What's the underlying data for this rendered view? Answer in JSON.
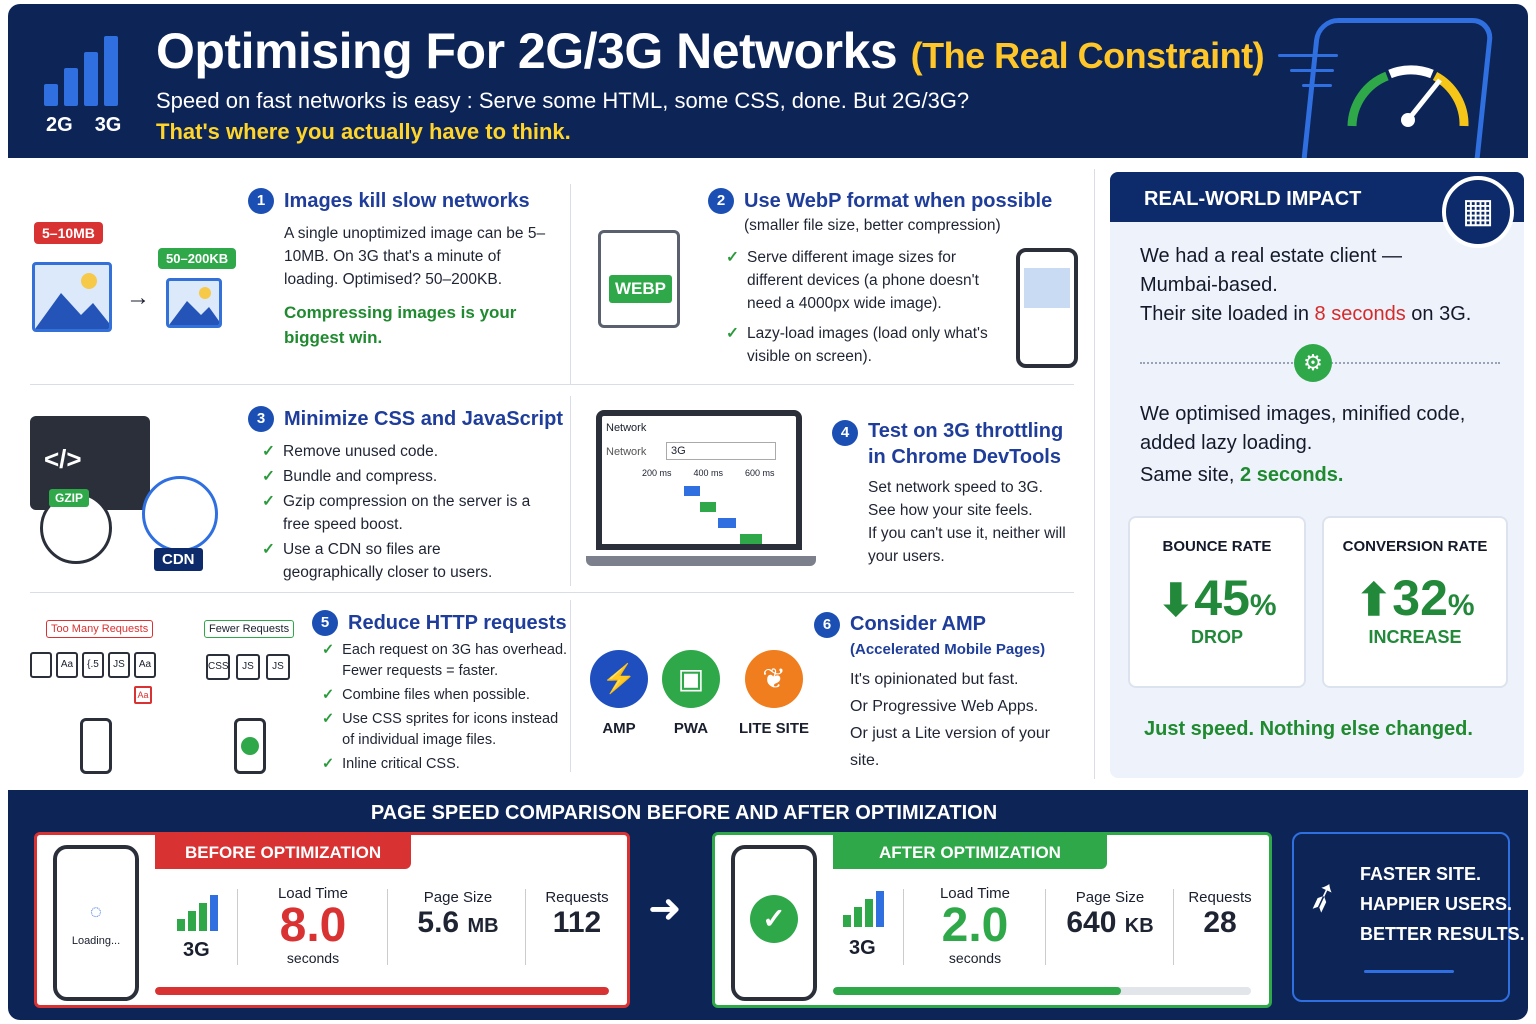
{
  "header": {
    "title": "Optimising For 2G/3G Networks",
    "title_accent": "(The Real Constraint)",
    "subtitle": "Speed on fast networks is easy : Serve some HTML, some CSS, done. But 2G/3G?",
    "subtitle_highlight": "That's where you actually have to think.",
    "signal_labels": [
      "2G",
      "3G"
    ]
  },
  "sections": {
    "s1": {
      "num": "1",
      "title": "Images kill slow networks",
      "body": "A single unoptimized image can be 5–10MB. On 3G that's a minute of loading. Optimised? 50–200KB.",
      "highlight": "Compressing images is your biggest win.",
      "tag_large": "5–10MB",
      "tag_small": "50–200KB",
      "arrow": "→"
    },
    "s2": {
      "num": "2",
      "title": "Use WebP format when possible",
      "subtitle": "(smaller file size, better compression)",
      "items": [
        "Serve different image sizes for different devices (a phone doesn't need a 4000px wide image).",
        "Lazy-load images (load only what's visible on screen)."
      ],
      "file_label": "WEBP"
    },
    "s3": {
      "num": "3",
      "title": "Minimize CSS and JavaScript",
      "items": [
        "Remove unused code.",
        "Bundle and compress.",
        "Gzip compression on the server is a free speed boost.",
        "Use a CDN so files are geographically closer to users."
      ],
      "code_label": "</>",
      "gzip_label": "GZIP",
      "cdn_label": "CDN"
    },
    "s4": {
      "num": "4",
      "title": "Test on 3G throttling in Chrome DevTools",
      "body": [
        "Set network speed to 3G.",
        "See how your site feels.",
        "If you can't use it, neither will your users."
      ],
      "devtools_tab": "Network",
      "devtools_label": "Network",
      "devtools_value": "3G",
      "timeline": [
        "200 ms",
        "400 ms",
        "600 ms"
      ]
    },
    "s5": {
      "num": "5",
      "title": "Reduce HTTP requests",
      "items": [
        "Each request on 3G has overhead. Fewer requests = faster.",
        "Combine files when possible.",
        "Use CSS sprites for icons instead of individual image files.",
        "Inline critical CSS."
      ],
      "label_many": "Too Many Requests",
      "label_few": "Fewer Requests",
      "files_many": [
        "Aa",
        "{.5",
        "JS",
        "Aa",
        "Aa"
      ],
      "files_few": [
        "CSS",
        "JS",
        "JS"
      ]
    },
    "s6": {
      "num": "6",
      "title": "Consider AMP",
      "title_small": "(Accelerated Mobile Pages)",
      "body": [
        "It's opinionated but fast.",
        "Or Progressive Web Apps.",
        "Or just a Lite version of your site."
      ],
      "options": [
        {
          "label": "AMP",
          "color": "#1f4fbf",
          "glyph": "⚡"
        },
        {
          "label": "PWA",
          "color": "#2fa84a",
          "glyph": "▣"
        },
        {
          "label": "LITE SITE",
          "color": "#f07d1e",
          "glyph": "❦"
        }
      ]
    }
  },
  "real_world": {
    "heading": "REAL-WORLD IMPACT",
    "badge_icon": "building-icon",
    "p1_a": "We had a real estate client —",
    "p1_b": "Mumbai-based.",
    "p1_c": "Their site loaded in ",
    "p1_red": "8 seconds",
    "p1_d": " on 3G.",
    "p2_a": "We optimised images, minified code,",
    "p2_b": "added lazy loading.",
    "p2_c": "Same site, ",
    "p2_grn": "2 seconds.",
    "bounce": {
      "label": "BOUNCE RATE",
      "value": "45",
      "unit": "%",
      "sub": "DROP"
    },
    "conversion": {
      "label": "CONVERSION RATE",
      "value": "32",
      "unit": "%",
      "sub": "INCREASE"
    },
    "footer": "Just speed. Nothing else changed."
  },
  "comparison": {
    "title": "PAGE SPEED COMPARISON BEFORE AND AFTER OPTIMIZATION",
    "before": {
      "tab": "BEFORE OPTIMIZATION",
      "network": "3G",
      "phone_text": "Loading...",
      "load_label": "Load Time",
      "load_value": "8.0",
      "load_unit": "seconds",
      "size_label": "Page Size",
      "size_value": "5.6",
      "size_unit": "MB",
      "req_label": "Requests",
      "req_value": "112",
      "progress": 1.0,
      "color": "#d93232"
    },
    "after": {
      "tab": "AFTER OPTIMIZATION",
      "network": "3G",
      "load_label": "Load Time",
      "load_value": "2.0",
      "load_unit": "seconds",
      "size_label": "Page Size",
      "size_value": "640",
      "size_unit": "KB",
      "req_label": "Requests",
      "req_value": "28",
      "progress": 0.69,
      "color": "#2fa84a"
    },
    "arrow": "➜",
    "closing": [
      "FASTER SITE.",
      "HAPPIER USERS.",
      "BETTER RESULTS."
    ]
  }
}
